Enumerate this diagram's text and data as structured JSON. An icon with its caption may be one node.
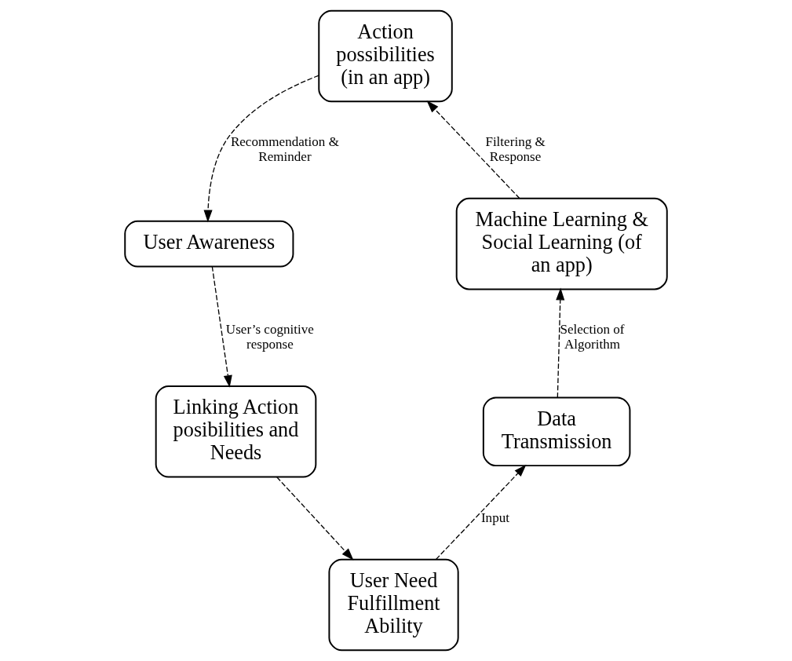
{
  "diagram": {
    "nodes": [
      {
        "text": [
          "Action possibilities (in an app)"
        ]
      },
      {
        "text": [
          "User Awareness"
        ]
      },
      {
        "text": [
          "Linking Action posibilities and Needs"
        ]
      },
      {
        "text": [
          "User Need Fulfillment Ability"
        ]
      },
      {
        "text": [
          "Data Transmission"
        ]
      },
      {
        "text": [
          "Machine Learning & Social Learning (of an app)"
        ]
      }
    ],
    "edges": [
      {
        "from": 0,
        "to": 1,
        "arrow": "to",
        "label": "Recommendation & Reminder",
        "style": "dashed"
      },
      {
        "from": 1,
        "to": 2,
        "arrow": "to",
        "label": "User’s cognitive response",
        "style": "dashed"
      },
      {
        "from": 2,
        "to": 3,
        "arrow": "to",
        "style": "dashed"
      },
      {
        "from": 3,
        "to": 4,
        "arrow": "to",
        "label": "Input",
        "style": "dashed"
      },
      {
        "from": 4,
        "to": 5,
        "arrow": "to",
        "label": "Selection of Algorithm",
        "style": "dashed"
      },
      {
        "from": 5,
        "to": 0,
        "arrow": "to",
        "label": "Filtering & Response",
        "style": "dashed"
      }
    ]
  }
}
